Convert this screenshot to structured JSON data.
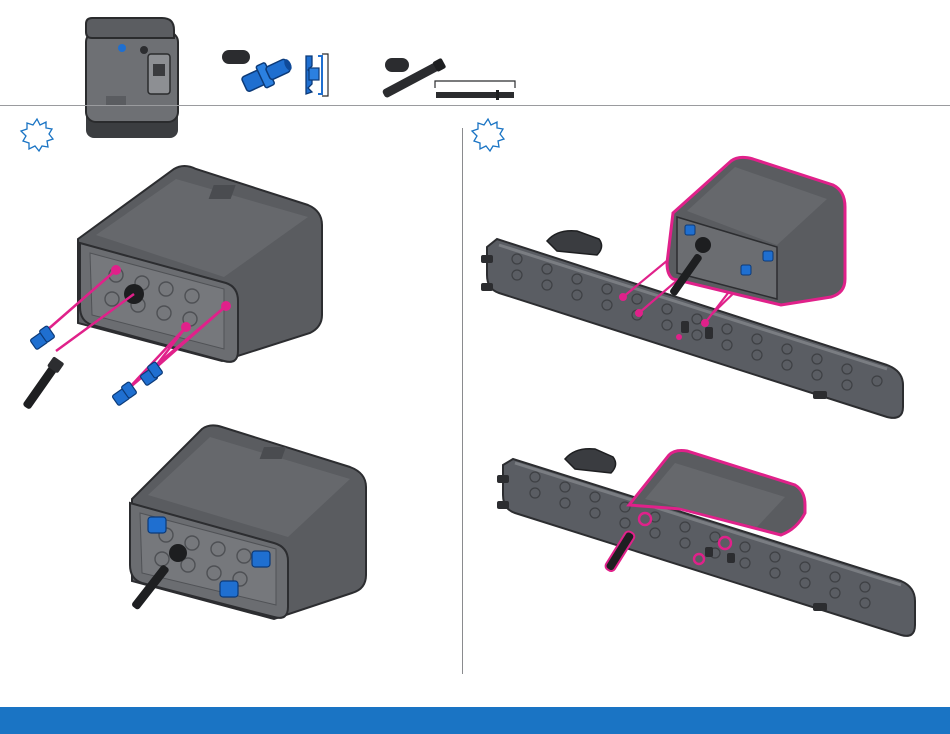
{
  "parts_list": {
    "items": [
      {
        "name": "smart-motor",
        "quantity": ""
      },
      {
        "name": "blue-connector-pin",
        "quantity": ""
      },
      {
        "name": "black-axle",
        "quantity": ""
      }
    ]
  },
  "steps": [
    {
      "label": ""
    },
    {
      "label": ""
    }
  ],
  "colors": {
    "highlight": "#e0218a",
    "accent_blue": "#1a74c4",
    "part_blue": "#1f6fd0",
    "footer": "#1a74c4",
    "beam_gray": "#5a5d63",
    "motor_gray": "#55575b"
  }
}
